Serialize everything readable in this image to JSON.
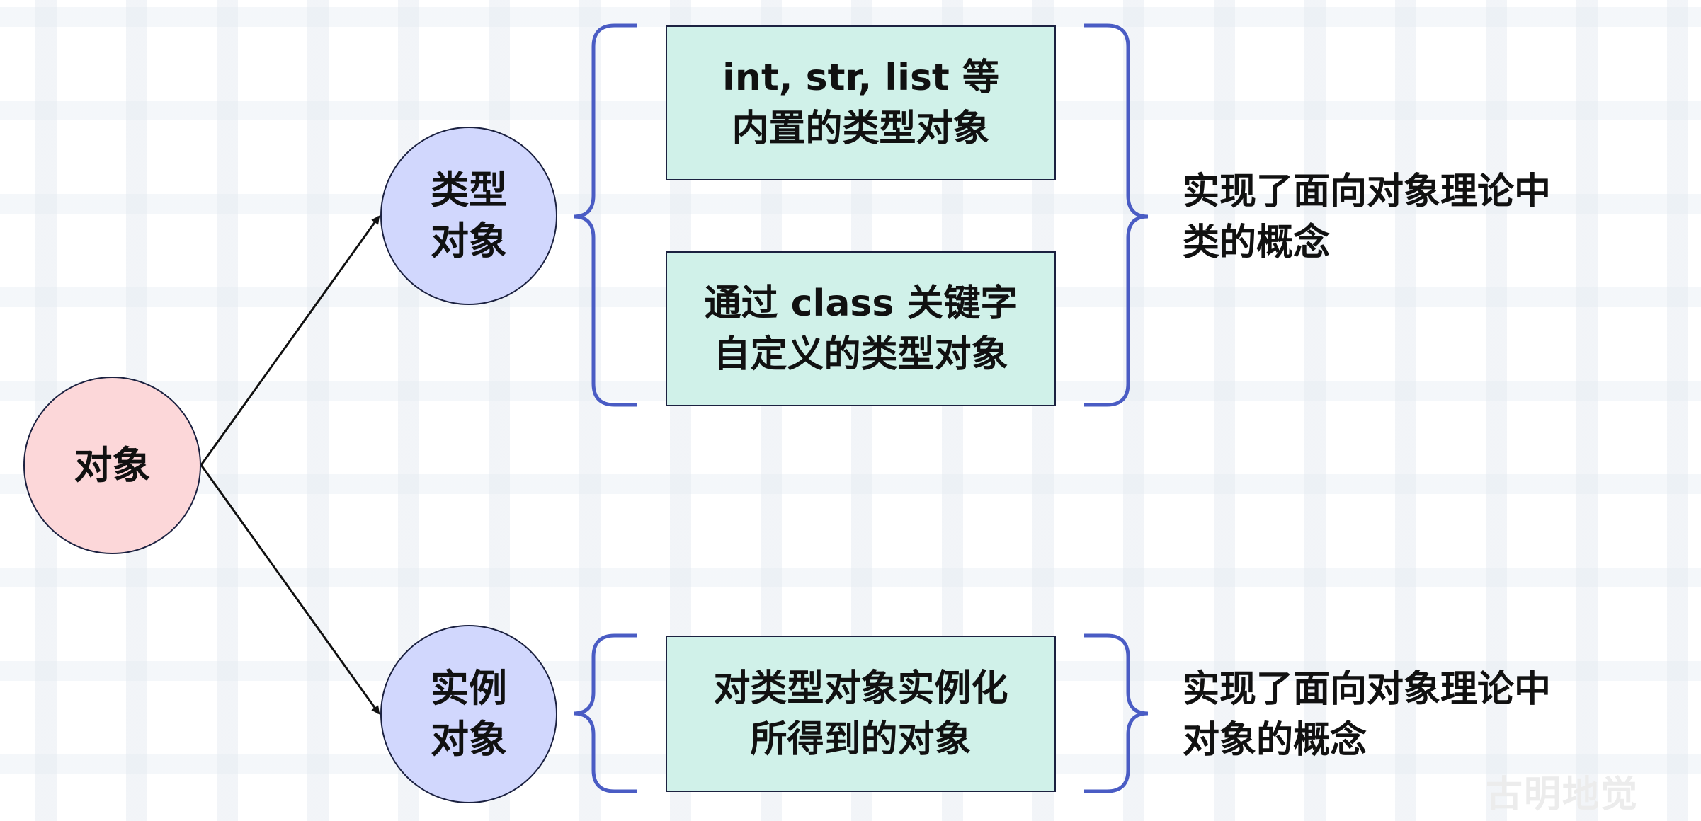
{
  "nodes": {
    "object": "对象",
    "type_object": "类型\n对象",
    "instance_object": "实例\n对象"
  },
  "boxes": {
    "builtin_types": "int, str, list 等\n内置的类型对象",
    "class_defined": "通过 class 关键字\n自定义的类型对象",
    "instantiated": "对类型对象实例化\n所得到的对象"
  },
  "notes": {
    "class_concept": "实现了面向对象理论中\n类的概念",
    "object_concept": "实现了面向对象理论中\n对象的概念"
  },
  "watermark": "古明地觉",
  "colors": {
    "object_fill": "#fcd7d9",
    "node_fill": "#d1d7fd",
    "box_fill": "#d0f1e9",
    "bracket": "#4a5cc4",
    "outline": "#1b2140"
  }
}
